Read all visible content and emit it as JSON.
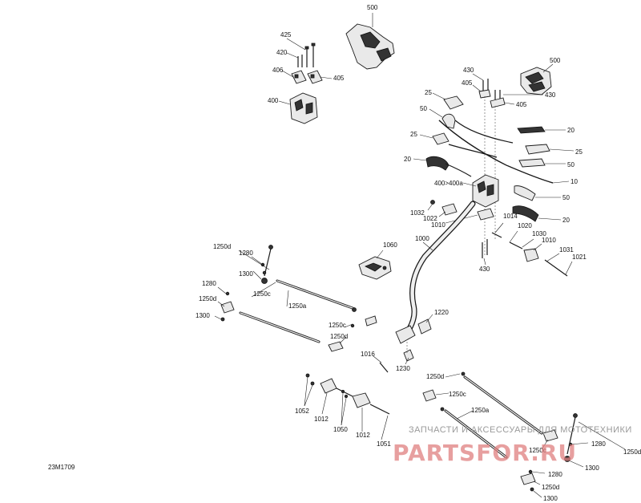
{
  "diagram": {
    "reference_code": "23M1709",
    "callouts": {
      "c500a": "500",
      "c425": "425",
      "c420": "420",
      "c406": "406",
      "c405a": "405",
      "c400": "400",
      "c430a": "430",
      "c405b": "405",
      "c430b": "430",
      "c405c": "405",
      "c500b": "500",
      "c25a": "25",
      "c50a": "50",
      "c20a": "20",
      "c25b": "25",
      "c25c": "25",
      "c20b": "20",
      "c50b": "50",
      "c10": "10",
      "c400400a": "400>400a",
      "c50c": "50",
      "c1032": "1032",
      "c1022": "1022",
      "c1010a": "1010",
      "c1014": "1014",
      "c20c": "20",
      "c1020": "1020",
      "c1030": "1030",
      "c1010b": "1010",
      "c1031": "1031",
      "c1021": "1021",
      "c430c": "430",
      "c1000": "1000",
      "c1060": "1060",
      "c1250d_a": "1250d",
      "c1280a": "1280",
      "c1300a": "1300",
      "c1280b": "1280",
      "c1250c_a": "1250c",
      "c1250d_b": "1250d",
      "c1250a_a": "1250a",
      "c1300b": "1300",
      "c1250c_b": "1250c",
      "c1250d_c": "1250d",
      "c1220": "1220",
      "c1016": "1016",
      "c1230": "1230",
      "c1250d_d": "1250d",
      "c1250c_c": "1250c",
      "c1250a_b": "1250a",
      "c1052": "1052",
      "c1012a": "1012",
      "c1050": "1050",
      "c1012b": "1012",
      "c1051": "1051",
      "c1250c_d": "1250c",
      "c1280c": "1280",
      "c1250d_e": "1250d",
      "c1300c": "1300",
      "c1280d": "1280",
      "c1250d_f": "1250d",
      "c1300d": "1300"
    }
  },
  "watermark": {
    "tagline": "ЗАПЧАСТИ И АКСЕССУАРЫ ДЛЯ МОТОТЕХНИКИ",
    "brand": "PARTSFOR.RU"
  },
  "colors": {
    "watermark_brand": "#e08080",
    "watermark_tagline": "#9a9a9a"
  }
}
